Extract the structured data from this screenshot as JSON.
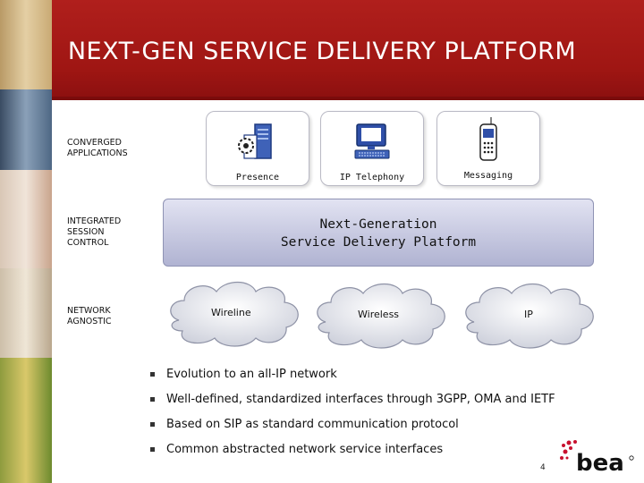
{
  "header": {
    "title": "NEXT-GEN SERVICE DELIVERY PLATFORM"
  },
  "rows": {
    "converged": "CONVERGED\nAPPLICATIONS",
    "session": "INTEGRATED\nSESSION\nCONTROL",
    "network": "NETWORK\nAGNOSTIC"
  },
  "applications": [
    {
      "label": "Presence",
      "icon": "server-gear-icon"
    },
    {
      "label": "IP Telephony",
      "icon": "computer-icon"
    },
    {
      "label": "Messaging",
      "icon": "mobile-phone-icon"
    }
  ],
  "platform": {
    "label": "Next-Generation\nService Delivery Platform"
  },
  "networks": [
    {
      "label": "Wireline"
    },
    {
      "label": "Wireless"
    },
    {
      "label": "IP"
    }
  ],
  "bullets": [
    "Evolution to an all-IP network",
    "Well-defined, standardized interfaces through 3GPP, OMA and IETF",
    "Based on SIP as standard communication protocol",
    "Common abstracted network service interfaces"
  ],
  "footer": {
    "page_number": "4",
    "logo_text": "bea"
  },
  "colors": {
    "banner": "#a31a17",
    "platform": "#c6c8e0",
    "logo_red": "#c8102e"
  }
}
